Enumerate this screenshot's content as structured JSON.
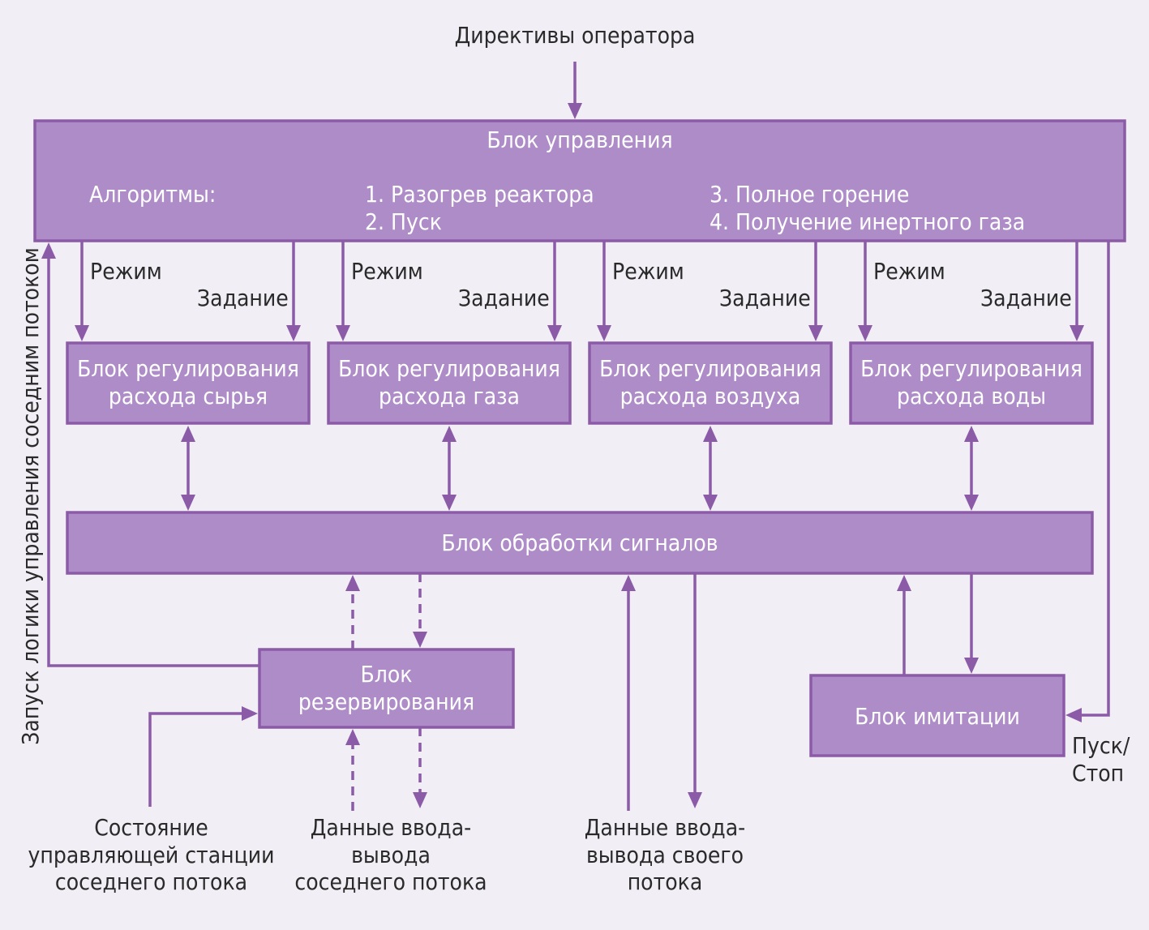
{
  "operator": "Директивы оператора",
  "control_block": {
    "title": "Блок управления",
    "algorithms_label": "Алгоритмы:",
    "algorithms": [
      "1. Разогрев реактора",
      "2. Пуск",
      "3. Полное горение",
      "4. Получение инертного газа"
    ]
  },
  "regulators": [
    {
      "name": "Блок регулирования расхода сырья",
      "mode_label": "Режим",
      "setpoint_label": "Задание"
    },
    {
      "name": "Блок регулирования расхода газа",
      "mode_label": "Режим",
      "setpoint_label": "Задание"
    },
    {
      "name": "Блок регулирования расхода воздуха",
      "mode_label": "Режим",
      "setpoint_label": "Задание"
    },
    {
      "name": "Блок регулирования расхода воды",
      "mode_label": "Режим",
      "setpoint_label": "Задание"
    }
  ],
  "signal_block": "Блок обработки сигналов",
  "reserve_block": "Блок резервирования",
  "imitation_block": "Блок имитации",
  "side_label": "Запуск логики управления соседним потоком",
  "start_stop": "Пуск/ Стоп",
  "bottom_labels": {
    "neighbor_station": "Состояние управляющей станции соседнего потока",
    "neighbor_io": "Данные ввода-вывода соседнего потока",
    "own_io": "Данные ввода-вывода своего потока"
  },
  "colors": {
    "box_fill": "#ae8cc8",
    "line": "#8c5ba8",
    "background": "#f1eef5"
  }
}
